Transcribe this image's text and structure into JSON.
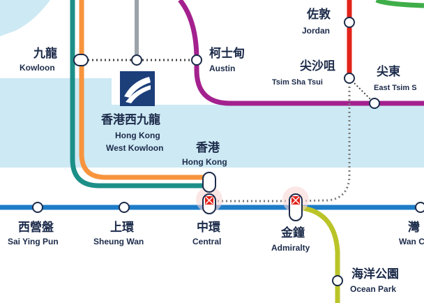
{
  "colors": {
    "water": "#cde9f4",
    "tsuen_wan_line": "#e2231a",
    "island_line": "#1e7cc8",
    "tung_chung_line": "#f7943d",
    "airport_express": "#1c8f88",
    "tuen_ma_line": "#a3218e",
    "south_island_line": "#bac429",
    "kowloon_line": "#9ca3a8",
    "text": "#1c2b4a"
  },
  "stations": {
    "kowloon": {
      "cn": "九龍",
      "en": "Kowloon"
    },
    "austin": {
      "cn": "柯士甸",
      "en": "Austin"
    },
    "jordan": {
      "cn": "佐敦",
      "en": "Jordan"
    },
    "tsim_sha_tsui": {
      "cn": "尖沙咀",
      "en": "Tsim Sha Tsui"
    },
    "east_tsim_sha_tsui": {
      "cn": "尖東",
      "en": "East Tsim S"
    },
    "hk_west_kowloon": {
      "cn": "香港西九龍",
      "en1": "Hong Kong",
      "en2": "West Kowloon"
    },
    "hong_kong": {
      "cn": "香港",
      "en": "Hong Kong"
    },
    "sai_ying_pun": {
      "cn": "西營盤",
      "en": "Sai Ying Pun"
    },
    "sheung_wan": {
      "cn": "上環",
      "en": "Sheung Wan"
    },
    "central": {
      "cn": "中環",
      "en": "Central"
    },
    "admiralty": {
      "cn": "金鐘",
      "en": "Admiralty"
    },
    "wan_chai": {
      "cn": "灣",
      "en": "Wan C"
    },
    "ocean_park": {
      "cn": "海洋公園",
      "en": "Ocean Park"
    }
  },
  "icons": {
    "high_speed_rail": "high-speed-train-icon"
  }
}
